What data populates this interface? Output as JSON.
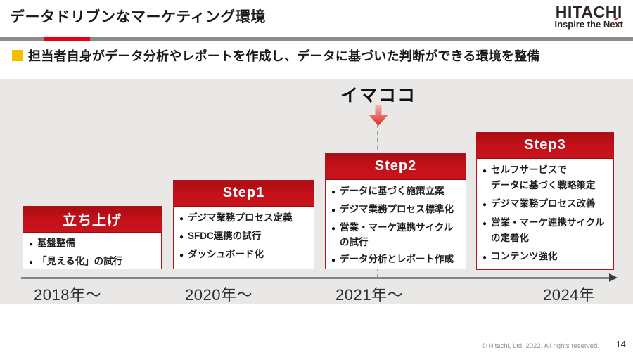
{
  "header": {
    "title": "データドリブンなマーケティング環境",
    "logo": "HITACHI",
    "tagline": "Inspire the Next"
  },
  "subtitle": "担当者自身がデータ分析やレポートを作成し、データに基づいた判断ができる環境を整備",
  "now_label": "イマココ",
  "timeline": {
    "boxes": [
      {
        "title": "立ち上げ",
        "items": [
          "基盤整備",
          "「見える化」の試行"
        ],
        "year": "2018年〜"
      },
      {
        "title": "Step1",
        "items": [
          "デジマ業務プロセス定義",
          "SFDC連携の試行",
          "ダッシュボード化"
        ],
        "year": "2020年〜"
      },
      {
        "title": "Step2",
        "items": [
          "データに基づく施策立案",
          "デジマ業務プロセス標準化",
          "営業・マーケ連携サイクル\nの試行",
          "データ分析とレポート作成"
        ],
        "year": "2021年〜"
      },
      {
        "title": "Step3",
        "items": [
          "セルフサービスで\nデータに基づく戦略策定",
          "デジマ業務プロセス改善",
          "営業・マーケ連携サイクル\nの定着化",
          "コンテンツ強化"
        ],
        "year": "2024年"
      }
    ]
  },
  "footer": {
    "copyright": "© Hitachi, Ltd. 2022. All rights reserved.",
    "page_number": "14"
  },
  "colors": {
    "brand_red": "#e60012",
    "step_header_red_dark": "#a80d13",
    "step_header_red": "#c9141d",
    "highlight_yellow": "#f3c000",
    "content_band_gray": "#e9e8e6"
  }
}
